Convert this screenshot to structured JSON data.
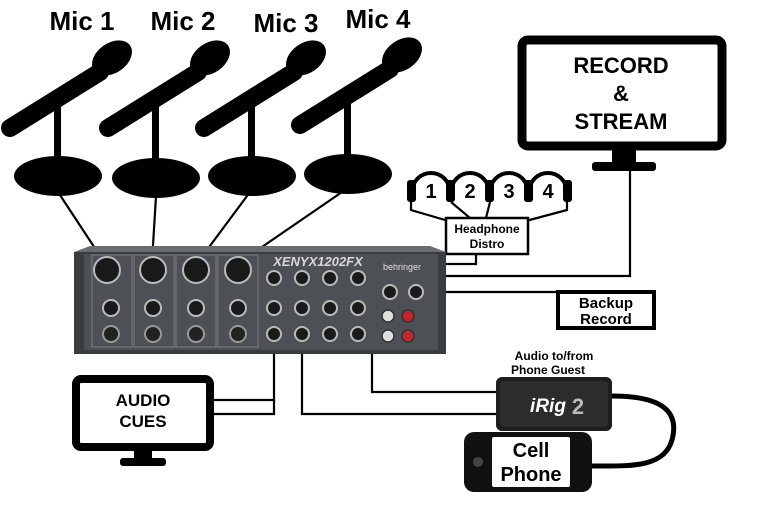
{
  "mics": [
    {
      "label": "Mic 1"
    },
    {
      "label": "Mic 2"
    },
    {
      "label": "Mic 3"
    },
    {
      "label": "Mic 4"
    }
  ],
  "monitor": {
    "line1": "RECORD",
    "line2": "&",
    "line3": "STREAM"
  },
  "headphones": [
    "1",
    "2",
    "3",
    "4"
  ],
  "headphone_distro": {
    "line1": "Headphone",
    "line2": "Distro"
  },
  "mixer": {
    "model": "XENYX1202FX",
    "brand": "behringer"
  },
  "backup_record": {
    "line1": "Backup",
    "line2": "Record"
  },
  "audio_cues": {
    "line1": "AUDIO",
    "line2": "CUES"
  },
  "phone_guest": {
    "line1": "Audio to/from",
    "line2": "Phone Guest"
  },
  "irig": {
    "brand": "iRig",
    "model": "2"
  },
  "cell_phone": {
    "line1": "Cell",
    "line2": "Phone"
  },
  "colors": {
    "ink": "#000000",
    "mixer_body": "#3a3d40",
    "mixer_panel": "#55585c",
    "background": "#ffffff"
  }
}
